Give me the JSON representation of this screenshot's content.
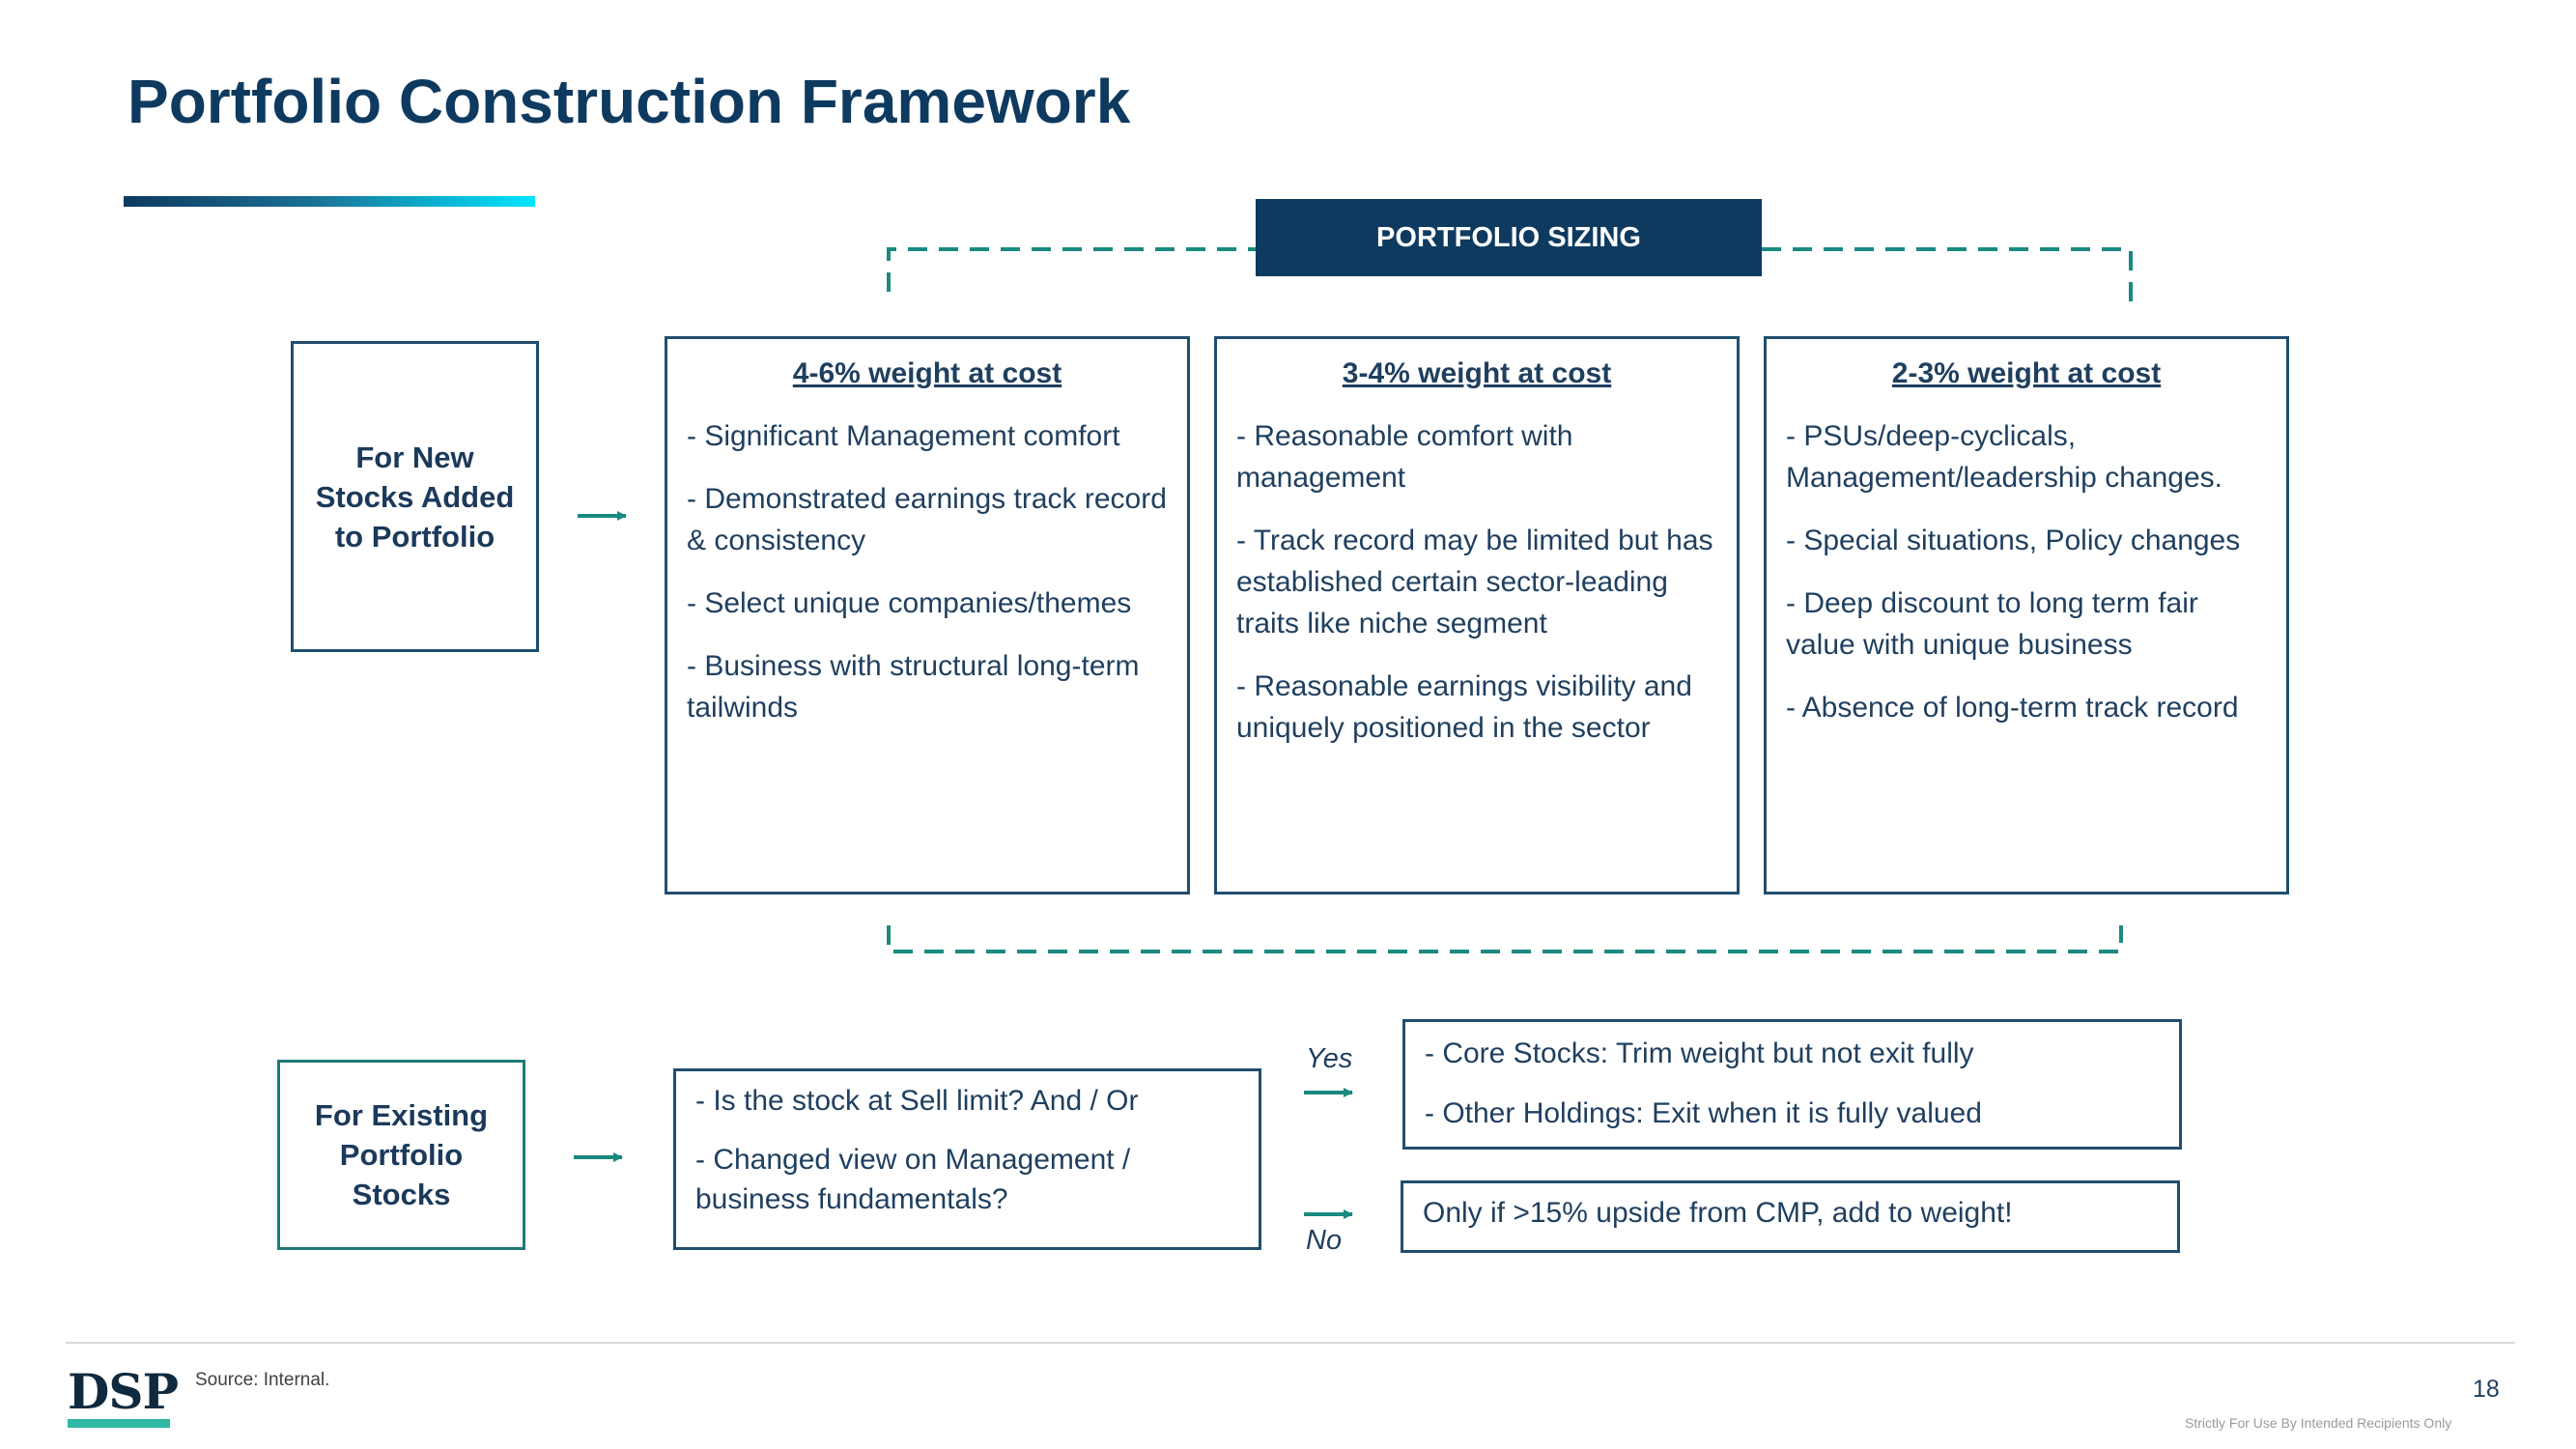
{
  "title": "Portfolio Construction Framework",
  "portfolio_sizing": "PORTFOLIO SIZING",
  "new_stocks": {
    "label": "For New Stocks Added to Portfolio",
    "columns": [
      {
        "heading": "4-6% weight at cost",
        "points": [
          "- Significant Management comfort",
          "- Demonstrated earnings track record & consistency",
          "- Select unique companies/themes",
          "- Business with structural long-term tailwinds"
        ]
      },
      {
        "heading": "3-4% weight at cost",
        "points": [
          "- Reasonable comfort with management",
          "- Track record may be limited but has established certain sector-leading traits like niche segment",
          "- Reasonable earnings visibility and uniquely positioned in the sector"
        ]
      },
      {
        "heading": "2-3% weight at cost",
        "points": [
          "- PSUs/deep-cyclicals, Management/leadership changes.",
          "- Special situations, Policy changes",
          "- Deep discount to long term fair value with unique business",
          "- Absence of long-term track record"
        ]
      }
    ]
  },
  "existing_stocks": {
    "label": "For Existing Portfolio Stocks",
    "questions": [
      "- Is the stock at Sell limit? And / Or",
      "- Changed view on Management / business fundamentals?"
    ],
    "yes_label": "Yes",
    "no_label": "No",
    "yes_outcomes": [
      "- Core Stocks: Trim weight but not exit fully",
      "- Other Holdings: Exit when it is fully valued"
    ],
    "no_outcome": "Only if >15% upside from CMP, add to weight!"
  },
  "footer": {
    "logo": "DSP",
    "source": "Source: Internal.",
    "page_number": "18",
    "confidential": "Strictly For Use By Intended Recipients Only"
  },
  "colors": {
    "navy": "#0e3a5f",
    "teal": "#1a8a80",
    "box_border": "#1f4e6e",
    "logo_accent": "#2fb8a3"
  }
}
